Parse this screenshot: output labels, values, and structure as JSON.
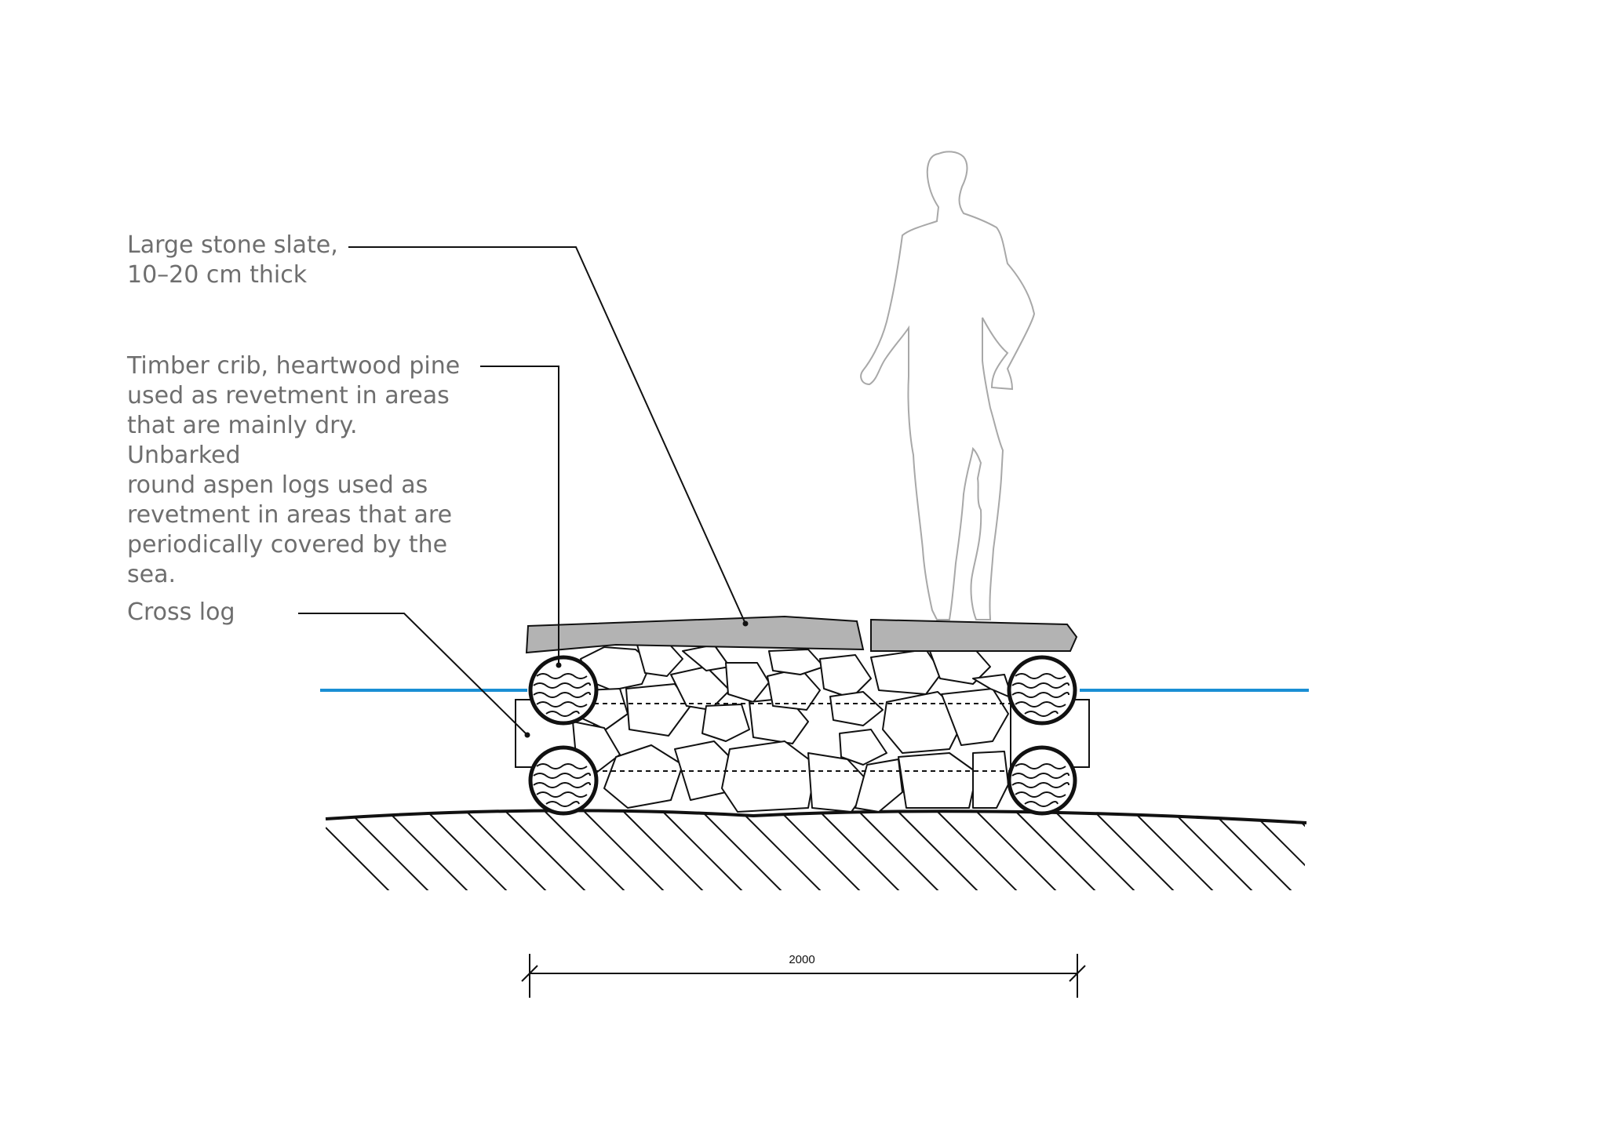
{
  "labels": {
    "stone_slate": "Large stone slate,\n10–20 cm thick",
    "timber_crib": "Timber crib, heartwood pine\nused as revetment in areas\nthat are mainly dry. Unbarked\nround aspen logs used as\nrevetment in areas that are\nperiodically covered by the\nsea.",
    "cross_log": "Cross log"
  },
  "dimension": {
    "value": "2000"
  },
  "colors": {
    "water_line": "#1a8fd4",
    "slate_fill": "#b3b3b3",
    "ink": "#111111",
    "label_text": "#6e6e6e",
    "figure_outline": "#a8a8a8"
  }
}
